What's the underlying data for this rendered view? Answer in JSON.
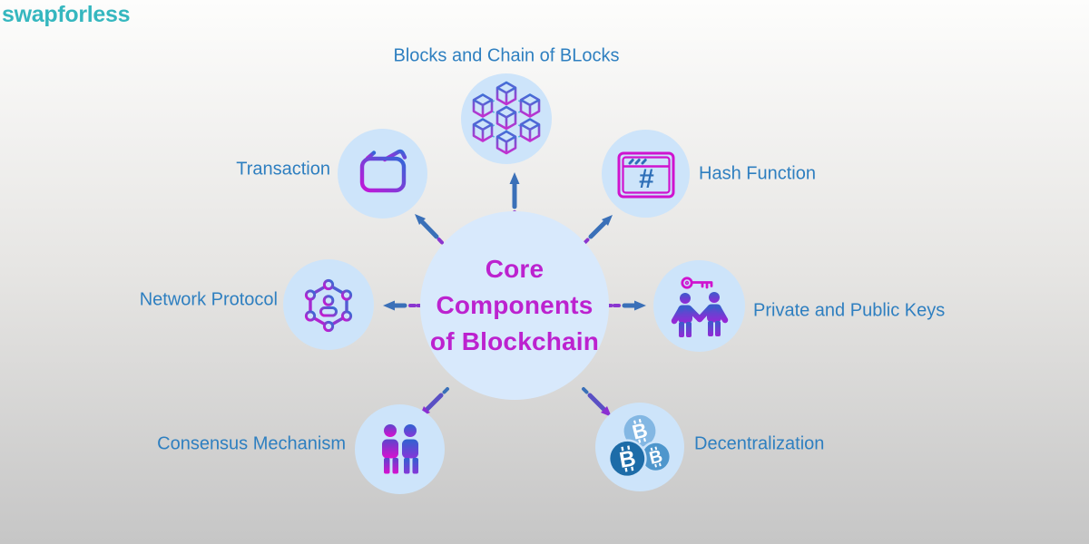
{
  "logo": {
    "text": "swapforless"
  },
  "center": {
    "lines": [
      "Core",
      "Components",
      "of Blockchain"
    ]
  },
  "nodes": [
    {
      "id": "blocks",
      "label": "Blocks and Chain of BLocks",
      "icon": "cubes-network-icon"
    },
    {
      "id": "hash",
      "label": "Hash Function",
      "icon": "hash-window-icon"
    },
    {
      "id": "keys",
      "label": "Private and Public Keys",
      "icon": "people-with-key-icon"
    },
    {
      "id": "decentralization",
      "label": "Decentralization",
      "icon": "bitcoin-coins-icon"
    },
    {
      "id": "consensus",
      "label": "Consensus Mechanism",
      "icon": "two-people-icon"
    },
    {
      "id": "network",
      "label": "Network Protocol",
      "icon": "hexagon-network-icon"
    },
    {
      "id": "transaction",
      "label": "Transaction",
      "icon": "wallet-icon"
    }
  ],
  "colors": {
    "logo_teal": "#35b7bf",
    "label_blue": "#2e7fc0",
    "center_magenta": "#bc22cf",
    "node_circle": "#cde4fa",
    "center_circle": "#d8e9fc",
    "arrow_blue": "#3a70b8",
    "arrow_purple": "#8a2fd2",
    "icon_magenta": "#cf13cf",
    "icon_blue": "#2e6fb8",
    "coin_dark_blue": "#1d6ca8",
    "coin_mid_blue": "#4e96cc",
    "coin_light_blue": "#83b7e3"
  }
}
